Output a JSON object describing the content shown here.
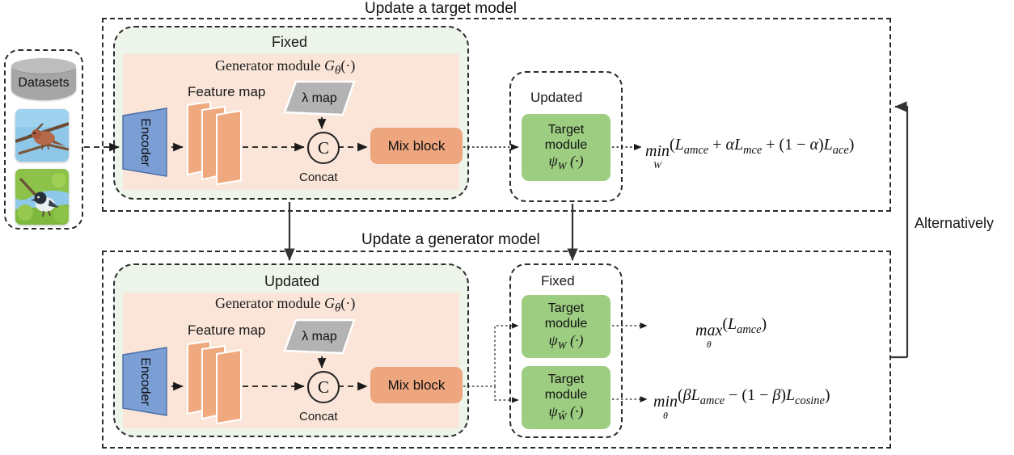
{
  "figure": {
    "top_section_title": "Update a target model",
    "bottom_section_title": "Update a generator model",
    "alternatively_label": "Alternatively"
  },
  "datasets": {
    "cylinder_label": "Datasets",
    "image_captions": [
      "bird-photo-1",
      "bird-photo-2"
    ]
  },
  "top": {
    "outer_state": "Fixed",
    "generator_title": "Generator module Gθ(·)",
    "feature_map_label": "Feature map",
    "lambda_map_label": "λ map",
    "encoder_label": "Encoder",
    "concat_glyph": "C",
    "concat_label": "Concat",
    "mix_block_label": "Mix block",
    "target_state": "Updated",
    "target_module_line1": "Target",
    "target_module_line2": "module",
    "target_module_psi": "ψW (·)",
    "objective": "min_W(L_amce + αL_mce + (1 − α)L_ace)",
    "objective_parts": {
      "op": "min",
      "op_sub": "W",
      "body": "(L_amce + αL_mce + (1 − α)L_ace)"
    }
  },
  "bottom": {
    "outer_state": "Updated",
    "generator_title": "Generator module Gθ(·)",
    "feature_map_label": "Feature map",
    "lambda_map_label": "λ map",
    "encoder_label": "Encoder",
    "concat_glyph": "C",
    "concat_label": "Concat",
    "mix_block_label": "Mix block",
    "target_state": "Fixed",
    "target_modules": [
      {
        "line1": "Target",
        "line2": "module",
        "psi": "ψW (·)",
        "objective": "max_θ(L_amce)",
        "op": "max",
        "op_sub": "θ",
        "body": "(L_amce)"
      },
      {
        "line1": "Target",
        "line2": "module",
        "psi": "ψŴ (·)",
        "objective": "min_θ(βL_amce − (1 − β)L_cosine)",
        "op": "min",
        "op_sub": "θ",
        "body": "(βL_amce − (1 − β)L_cosine)"
      }
    ]
  },
  "colors": {
    "green_fill": "#edf4e9",
    "pink_fill": "#fae5d8",
    "encoder_blue": "#7b9ed4",
    "feature_orange": "#f0a97e",
    "mix_orange": "#eda67e",
    "target_green": "#9ccd81",
    "lambda_gray": "#b3b3b3",
    "dash_stroke": "#2b2b2b"
  }
}
